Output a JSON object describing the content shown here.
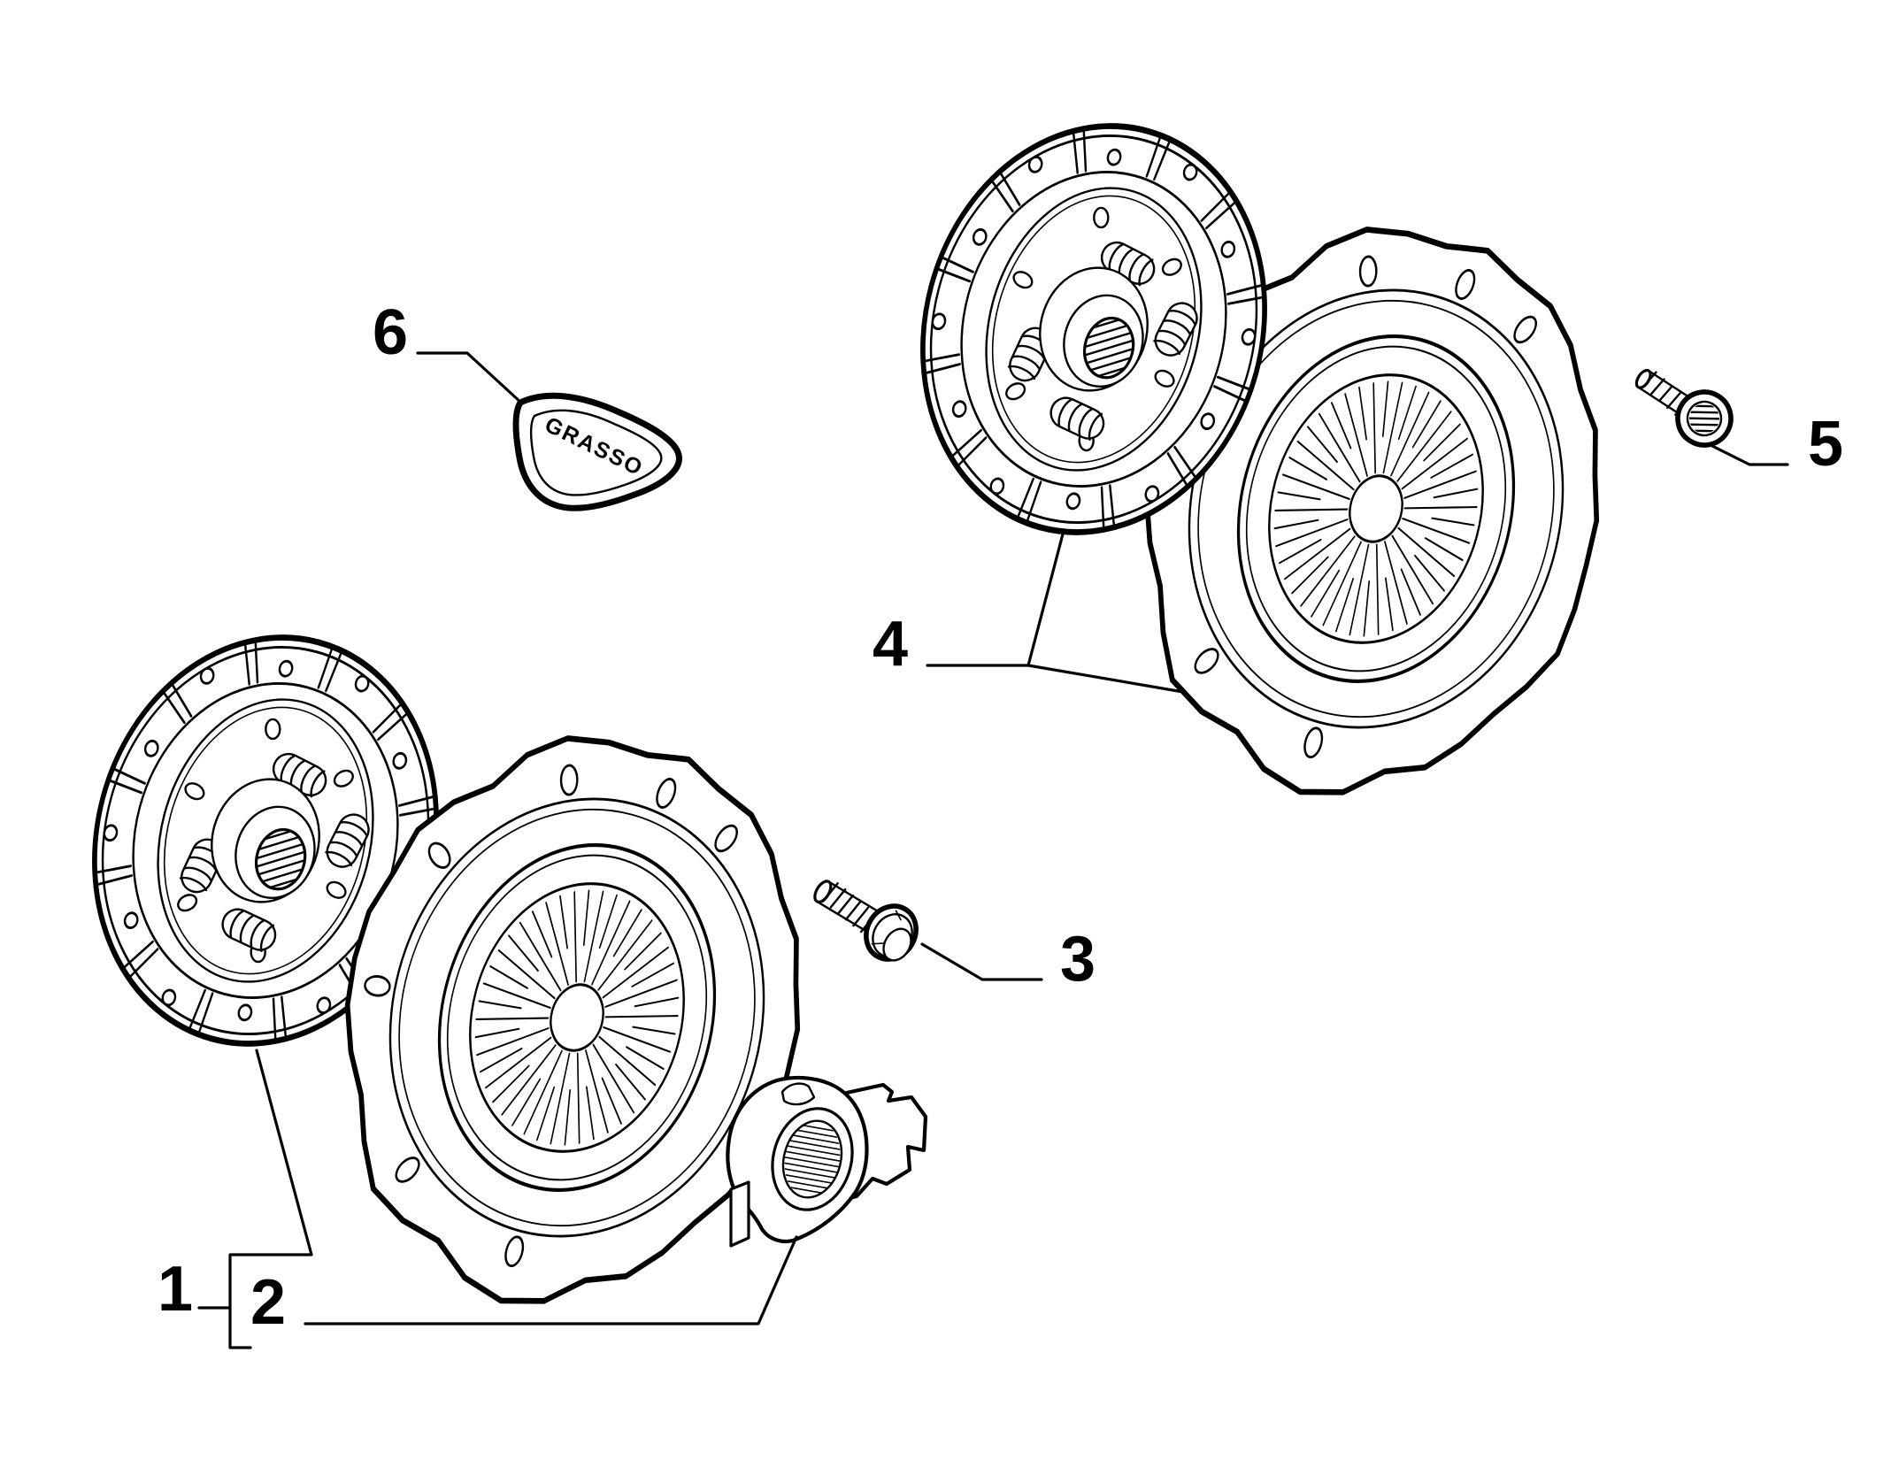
{
  "diagram": {
    "description": "Clutch kit exploded parts diagram",
    "background_color": "#ffffff",
    "line_color": "#000000",
    "grease_label": "GRASSO",
    "callouts": [
      {
        "number": "1"
      },
      {
        "number": "2"
      },
      {
        "number": "3"
      },
      {
        "number": "4"
      },
      {
        "number": "5"
      },
      {
        "number": "6"
      }
    ]
  }
}
